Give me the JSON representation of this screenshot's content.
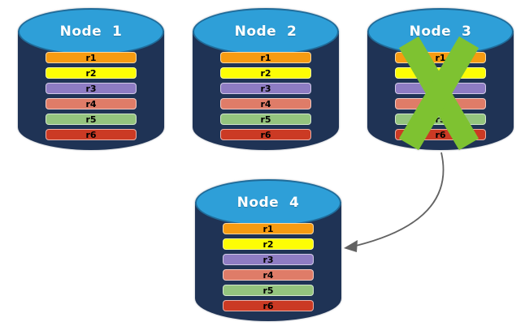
{
  "diagram": {
    "description": "Database replication: failed node replicates to new node",
    "nodes": [
      {
        "label": "Node  1",
        "failed": false,
        "records": [
          {
            "label": "r1",
            "color": "#F69B11"
          },
          {
            "label": "r2",
            "color": "#FDFD05"
          },
          {
            "label": "r3",
            "color": "#8E7CC3"
          },
          {
            "label": "r4",
            "color": "#DF7C68"
          },
          {
            "label": "r5",
            "color": "#94C47E"
          },
          {
            "label": "r6",
            "color": "#CB3A24"
          }
        ]
      },
      {
        "label": "Node  2",
        "failed": false,
        "records": [
          {
            "label": "r1",
            "color": "#F69B11"
          },
          {
            "label": "r2",
            "color": "#FDFD05"
          },
          {
            "label": "r3",
            "color": "#8E7CC3"
          },
          {
            "label": "r4",
            "color": "#DF7C68"
          },
          {
            "label": "r5",
            "color": "#94C47E"
          },
          {
            "label": "r6",
            "color": "#CB3A24"
          }
        ]
      },
      {
        "label": "Node  3",
        "failed": true,
        "records": [
          {
            "label": "r1",
            "color": "#F69B11"
          },
          {
            "label": "r2",
            "color": "#FDFD05"
          },
          {
            "label": "r3",
            "color": "#8E7CC3"
          },
          {
            "label": "r4",
            "color": "#DF7C68"
          },
          {
            "label": "r5",
            "color": "#94C47E"
          },
          {
            "label": "r6",
            "color": "#CB3A24"
          }
        ]
      },
      {
        "label": "Node  4",
        "failed": false,
        "records": [
          {
            "label": "r1",
            "color": "#F69B11"
          },
          {
            "label": "r2",
            "color": "#FDFD05"
          },
          {
            "label": "r3",
            "color": "#8E7CC3"
          },
          {
            "label": "r4",
            "color": "#DF7C68"
          },
          {
            "label": "r5",
            "color": "#94C47E"
          },
          {
            "label": "r6",
            "color": "#CB3A24"
          }
        ]
      }
    ],
    "arrow": {
      "from_node": "Node  3",
      "to_node": "Node  4"
    },
    "colors": {
      "cylinder_body": "#1F3355",
      "cylinder_top": "#2E9FD8",
      "failure_x": "#7EC231",
      "arrow": "#636363",
      "label_text": "#FFFFFF",
      "record_text": "#000000"
    }
  }
}
